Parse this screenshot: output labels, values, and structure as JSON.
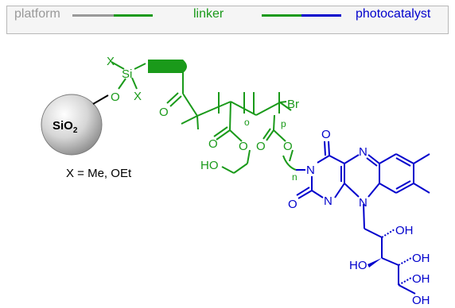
{
  "legend": {
    "platform_label": "platform",
    "linker_label": "linker",
    "photocatalyst_label": "photocatalyst",
    "platform_color": "#999999",
    "linker_color": "#1a9a1a",
    "photocatalyst_color": "#0000cc"
  },
  "molecule": {
    "support_label": "SiO",
    "support_subscript": "2",
    "silicon": "Si",
    "substituent_x": "X",
    "oxygen": "O",
    "bromine": "Br",
    "nitrogen": "N",
    "hydroxyl": "OH",
    "hydroxyl_left": "HO",
    "repeat_o": "o",
    "repeat_p": "p",
    "repeat_n": "n",
    "x_definition": "X = Me, OEt"
  }
}
